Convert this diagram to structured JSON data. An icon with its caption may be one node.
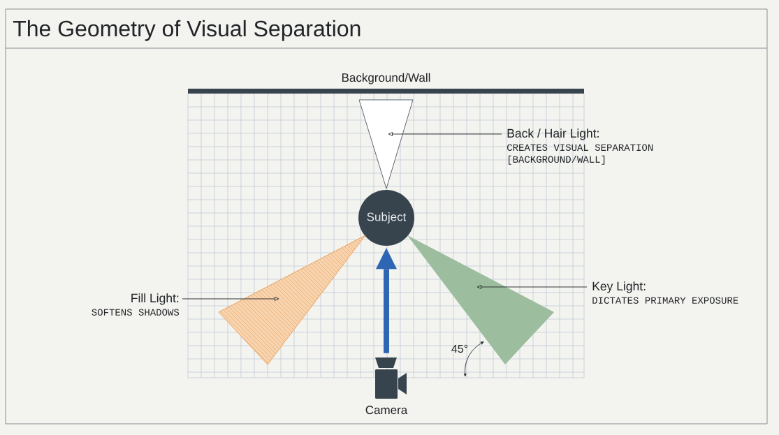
{
  "diagram": {
    "title": "The Geometry of Visual Separation",
    "nodes": [
      {
        "text": [
          "Background/Wall"
        ]
      },
      {
        "text": [],
        "shape": "triangle"
      },
      {
        "text": [
          "Back / Hair Light:",
          "CREATES VISUAL SEPARATION [BACKGROUND/WALL]"
        ]
      },
      {
        "text": [
          "Subject"
        ]
      },
      {
        "text": [],
        "shape": "triangle"
      },
      {
        "text": [
          "Fill Light:",
          "SOFTENS SHADOWS"
        ]
      },
      {
        "text": [],
        "shape": "triangle"
      },
      {
        "text": [
          "Key Light:",
          "DICTATES PRIMARY EXPOSURE"
        ]
      },
      {
        "text": [],
        "shape": "camera",
        "beside": [
          "Camera"
        ]
      }
    ],
    "edges": [
      {
        "from": 2,
        "to": 1,
        "arrow": "to"
      },
      {
        "from": 5,
        "to": 4,
        "arrow": "to"
      },
      {
        "from": 7,
        "to": 6,
        "arrow": "to"
      },
      {
        "from": 8,
        "to": 3,
        "arrow": "to",
        "style": "thick",
        "color": "#2e66b4"
      }
    ],
    "labels": [
      "45°"
    ]
  }
}
